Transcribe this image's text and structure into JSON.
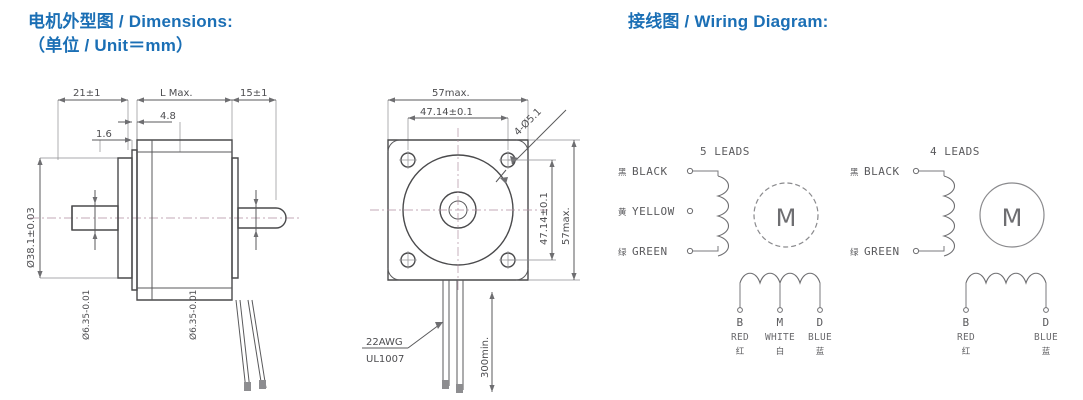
{
  "titles": {
    "left_line1": "电机外型图 / Dimensions:",
    "left_line2": "（单位 / Unit＝mm）",
    "right": "接线图 / Wiring Diagram:",
    "accent_color": "#1b6fb5"
  },
  "side_view": {
    "dim_front_len": "21±1",
    "dim_body_len": "L Max.",
    "dim_rear_len": "15±1",
    "dim_step": "4.8",
    "dim_flat_thk": "1.6",
    "dim_pilot_dia": "Ø38.1±0.03",
    "dim_shaft_dia_left": "Ø6.35-0.01",
    "dim_shaft_dia_right": "Ø6.35-0.01"
  },
  "front_view": {
    "dim_outer": "57max.",
    "dim_bolt_circle": "47.14±0.1",
    "dim_holes": "4-Ø5.1",
    "dim_bolt_vert": "47.14±0.1",
    "dim_outer_vert": "57max."
  },
  "wire_callout": {
    "gauge": "22AWG",
    "spec": "UL1007",
    "length": "300min."
  },
  "wiring": {
    "five_leads": {
      "heading": "5 LEADS",
      "motor_symbol": "M",
      "left_terminals": [
        {
          "cn": "黑",
          "en": "BLACK"
        },
        {
          "cn": "黄",
          "en": "YELLOW"
        },
        {
          "cn": "绿",
          "en": "GREEN"
        }
      ],
      "bottom_terminals": [
        {
          "letter": "B",
          "en": "RED",
          "cn": "红"
        },
        {
          "letter": "M",
          "en": "WHITE",
          "cn": "白"
        },
        {
          "letter": "D",
          "en": "BLUE",
          "cn": "蓝"
        }
      ]
    },
    "four_leads": {
      "heading": "4 LEADS",
      "motor_symbol": "M",
      "left_terminals": [
        {
          "cn": "黑",
          "en": "BLACK"
        },
        {
          "cn": "绿",
          "en": "GREEN"
        }
      ],
      "bottom_terminals": [
        {
          "letter": "B",
          "en": "RED",
          "cn": "红"
        },
        {
          "letter": "D",
          "en": "BLUE",
          "cn": "蓝"
        }
      ]
    }
  }
}
